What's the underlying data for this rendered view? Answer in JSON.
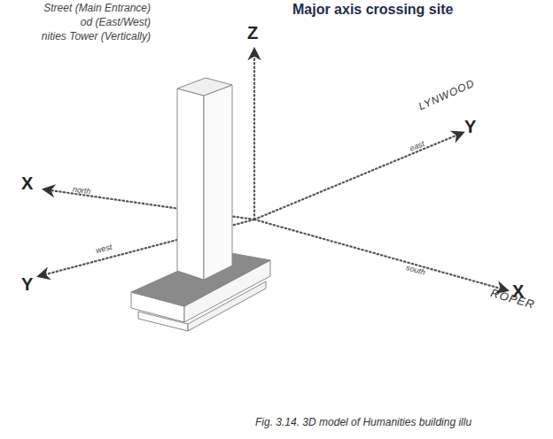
{
  "diagram": {
    "title": "Major axis crossing site",
    "caption": "Fig. 3.14. 3D model of Humanities building illu",
    "labels": [
      "Street (Main Entrance)",
      "od (East/West)",
      "nities Tower (Vertically)",
      "Z",
      "X",
      "north",
      "X",
      "ROPER",
      "south",
      "Y",
      "LYNWOOD",
      "east",
      "Y",
      "west"
    ]
  }
}
